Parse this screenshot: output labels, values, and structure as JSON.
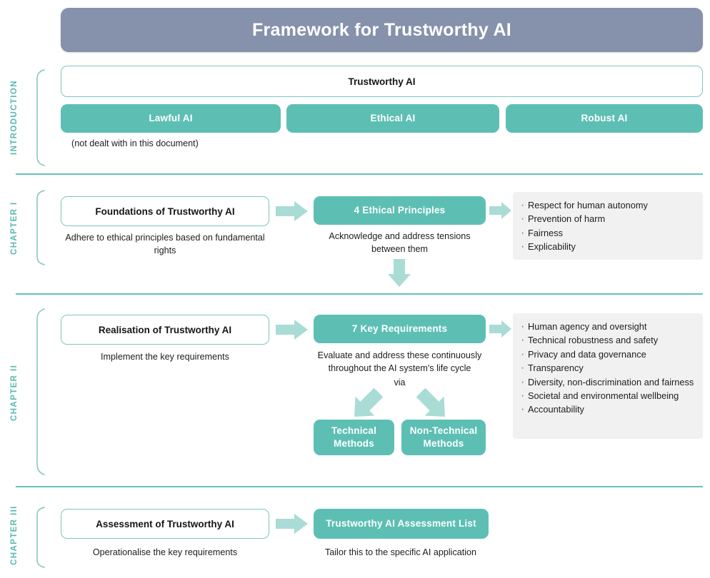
{
  "header": {
    "title": "Framework for Trustworthy AI"
  },
  "colors": {
    "banner": "#8691ab",
    "teal": "#5dbfb4",
    "teal_light": "#a9dcd5",
    "teal_outline": "#7cc6bd",
    "rail": "#59b9b0",
    "panel_grey": "#f1f1f1",
    "text": "#1d1d1d",
    "white": "#ffffff"
  },
  "sections": [
    {
      "rail_label": "INTRODUCTION",
      "top_box": {
        "label": "Trustworthy AI"
      },
      "pillars": [
        {
          "label": "Lawful AI"
        },
        {
          "label": "Ethical AI"
        },
        {
          "label": "Robust AI"
        }
      ],
      "footnote": "(not dealt with in this document)"
    },
    {
      "rail_label": "CHAPTER I",
      "left_box": {
        "label": "Foundations of Trustworthy AI"
      },
      "left_caption": "Adhere to ethical principles based on fundamental rights",
      "mid_box": {
        "label": "4 Ethical Principles"
      },
      "mid_caption": "Acknowledge and address tensions between them",
      "bullets": [
        "Respect for human autonomy",
        "Prevention of harm",
        "Fairness",
        "Explicability"
      ]
    },
    {
      "rail_label": "CHAPTER II",
      "left_box": {
        "label": "Realisation of Trustworthy AI"
      },
      "left_caption": "Implement the key requirements",
      "mid_box": {
        "label": "7 Key Requirements"
      },
      "mid_caption": "Evaluate and address these continuously throughout the AI system's life cycle",
      "via_label": "via",
      "method_boxes": [
        {
          "label": "Technical Methods"
        },
        {
          "label": "Non-Technical Methods"
        }
      ],
      "bullets": [
        "Human agency and oversight",
        "Technical robustness and safety",
        "Privacy and data governance",
        "Transparency",
        "Diversity, non-discrimination and fairness",
        "Societal and environmental wellbeing",
        "Accountability"
      ]
    },
    {
      "rail_label": "CHAPTER III",
      "left_box": {
        "label": "Assessment of Trustworthy AI"
      },
      "left_caption": "Operationalise the key requirements",
      "mid_box": {
        "label": "Trustworthy AI Assessment List"
      },
      "mid_caption": "Tailor this to the specific AI application"
    }
  ]
}
